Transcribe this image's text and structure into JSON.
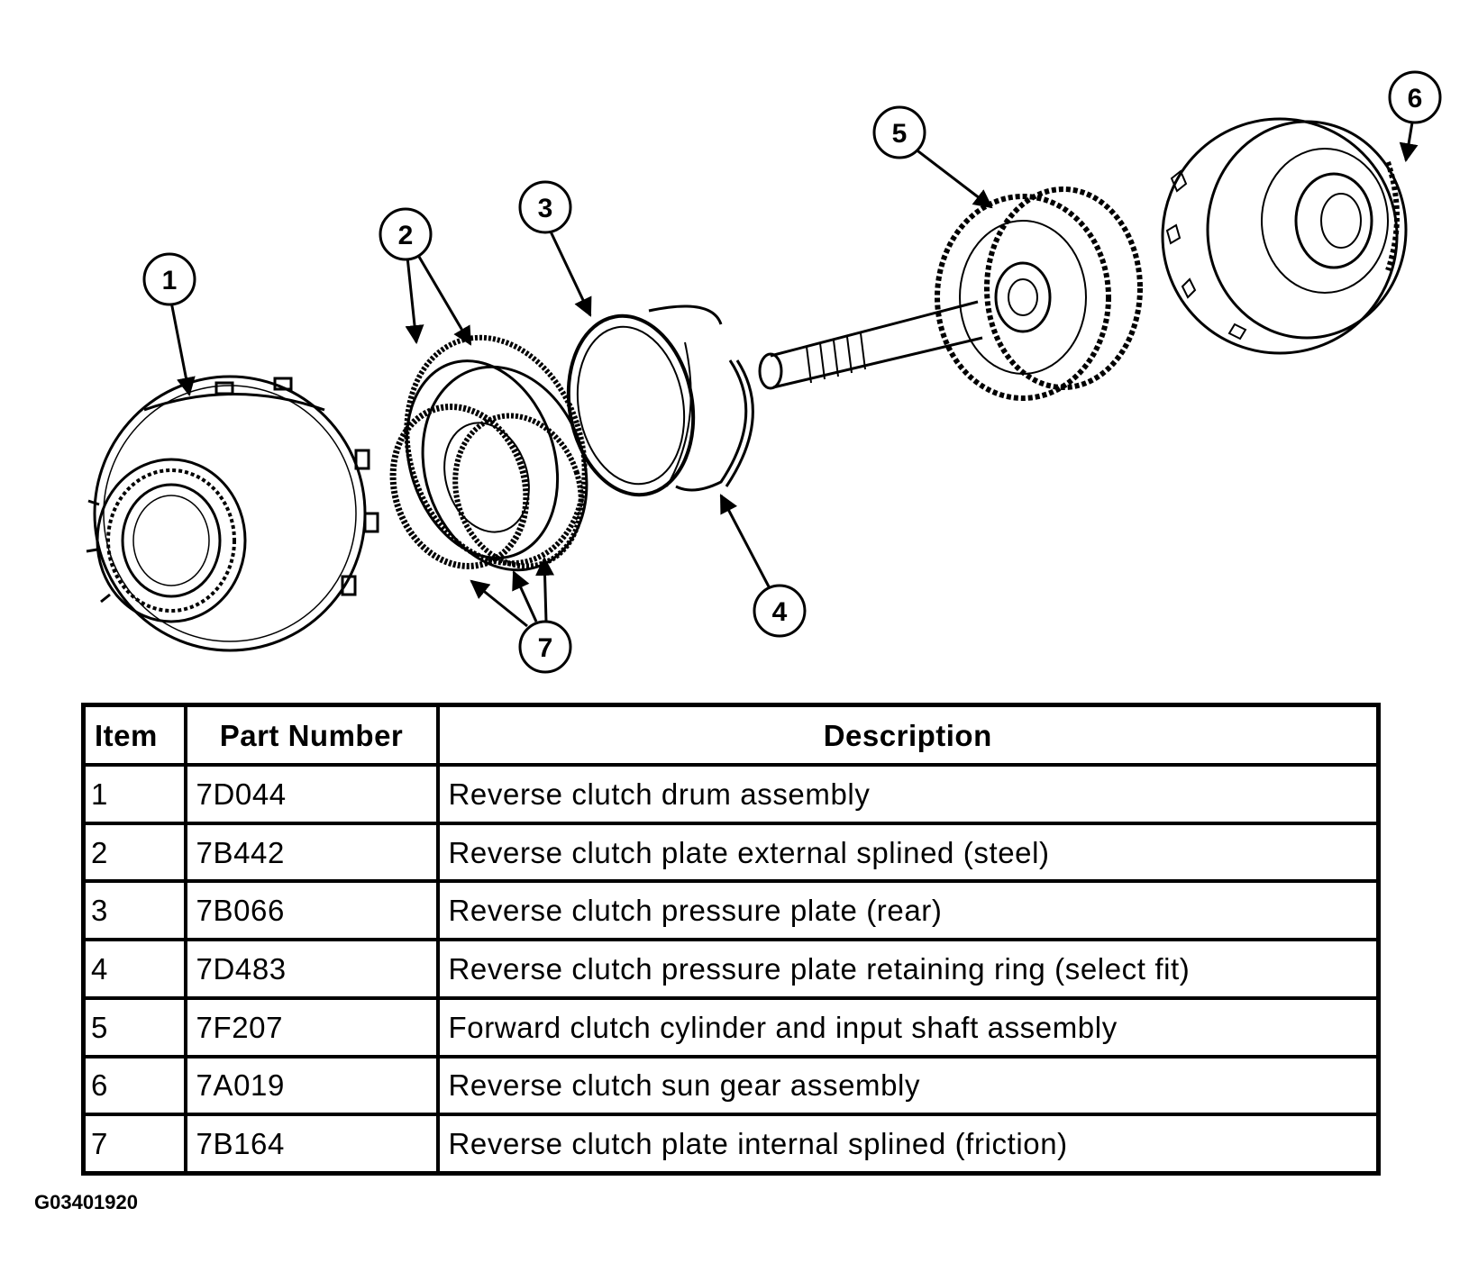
{
  "diagram": {
    "callouts": [
      "1",
      "2",
      "3",
      "4",
      "5",
      "6",
      "7"
    ]
  },
  "table": {
    "headers": {
      "item": "Item",
      "part_number": "Part Number",
      "description": "Description"
    },
    "rows": [
      {
        "item": "1",
        "part_number": "7D044",
        "description": "Reverse clutch drum assembly"
      },
      {
        "item": "2",
        "part_number": "7B442",
        "description": "Reverse clutch plate external splined (steel)"
      },
      {
        "item": "3",
        "part_number": "7B066",
        "description": "Reverse clutch pressure plate (rear)"
      },
      {
        "item": "4",
        "part_number": "7D483",
        "description": "Reverse clutch pressure plate retaining ring (select fit)"
      },
      {
        "item": "5",
        "part_number": "7F207",
        "description": "Forward clutch cylinder and input shaft assembly"
      },
      {
        "item": "6",
        "part_number": "7A019",
        "description": "Reverse clutch sun gear assembly"
      },
      {
        "item": "7",
        "part_number": "7B164",
        "description": "Reverse clutch plate internal splined (friction)"
      }
    ]
  },
  "figure_id": "G03401920"
}
